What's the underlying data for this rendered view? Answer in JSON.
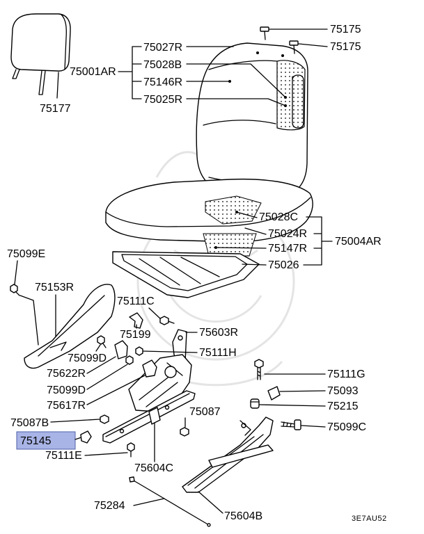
{
  "diagram": {
    "callouts": {
      "c75175_upper": "75175",
      "c75175_lower": "75175",
      "c75027R": "75027R",
      "c75028B": "75028B",
      "c75146R": "75146R",
      "c75025R": "75025R",
      "c75001AR": "75001AR",
      "c75177": "75177",
      "c75028C": "75028C",
      "c75024R": "75024R",
      "c75147R": "75147R",
      "c75026": "75026",
      "c75004AR": "75004AR",
      "c75099E": "75099E",
      "c75153R": "75153R",
      "c75111C": "75111C",
      "c75199": "75199",
      "c75603R": "75603R",
      "c75099D_upper": "75099D",
      "c75622R": "75622R",
      "c75111H": "75111H",
      "c75111G": "75111G",
      "c75099D_lower": "75099D",
      "c75093": "75093",
      "c75617R": "75617R",
      "c75215": "75215",
      "c75087B": "75087B",
      "c75087": "75087",
      "c75099C": "75099C",
      "c75145": "75145",
      "c75111E": "75111E",
      "c75604C": "75604C",
      "c75284": "75284",
      "c75604B": "75604B"
    },
    "figure_code": "3E7AU52",
    "colors": {
      "line": "#000000",
      "background": "#ffffff",
      "highlight_fill": "#a9b4e6",
      "highlight_border": "#4f5fa8",
      "watermark": "#e4e4e4"
    }
  }
}
